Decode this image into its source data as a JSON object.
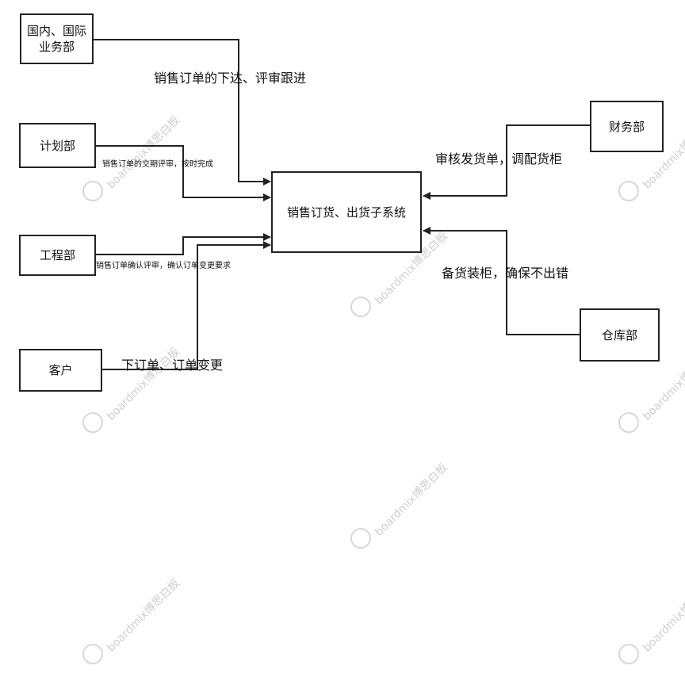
{
  "nodes": {
    "intl": "国内、国际\n业务部",
    "plan": "计划部",
    "eng": "工程部",
    "cust": "客户",
    "center": "销售订货、出货子系统",
    "finance": "财务部",
    "warehouse": "仓库部"
  },
  "edges": {
    "intl": "销售订单的下达、评审跟进",
    "plan": "销售订单的交期评审，按时完成",
    "eng": "销售订单确认评审，确认订单变更要求",
    "cust": "下订单、订单变更",
    "finance": "审核发货单，调配货柜",
    "warehouse": "备货装柜，确保不出错"
  },
  "watermark": "boardmix博思白板",
  "colors": {
    "line": "#222222",
    "watermark": "#cfcfcf"
  }
}
